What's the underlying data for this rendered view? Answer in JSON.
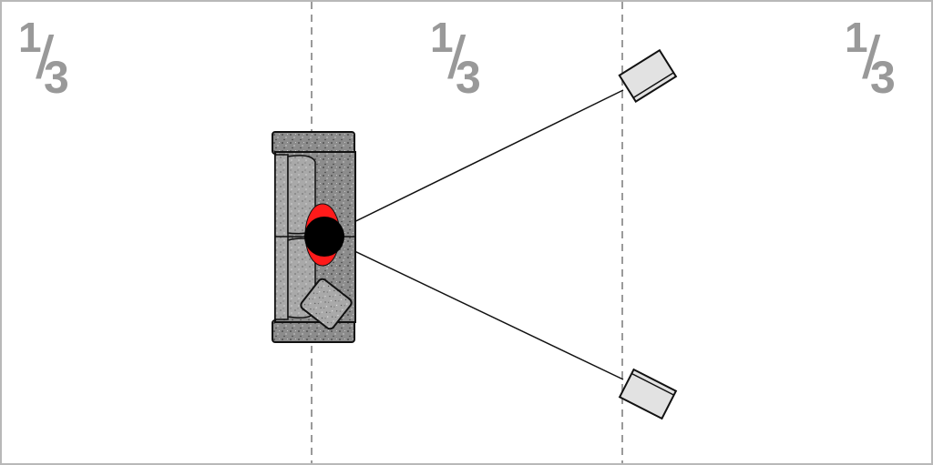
{
  "zones": [
    {
      "label_num": "1",
      "label_den": "3"
    },
    {
      "label_num": "1",
      "label_den": "3"
    },
    {
      "label_num": "1",
      "label_den": "3"
    }
  ],
  "colors": {
    "divider": "#9a9a9a",
    "border": "#b8b8b8",
    "label": "#999999",
    "sofa_fill": "#8c8c8c",
    "sofa_light": "#b0b0b0",
    "speaker_fill": "#e2e2e2",
    "listener_head": "#000000",
    "listener_ears": "#ff1a1a",
    "sound_lines": "#111111"
  },
  "icons": {
    "sofa": "sofa-icon",
    "speaker": "speaker-icon",
    "listener": "listener-head-icon"
  }
}
